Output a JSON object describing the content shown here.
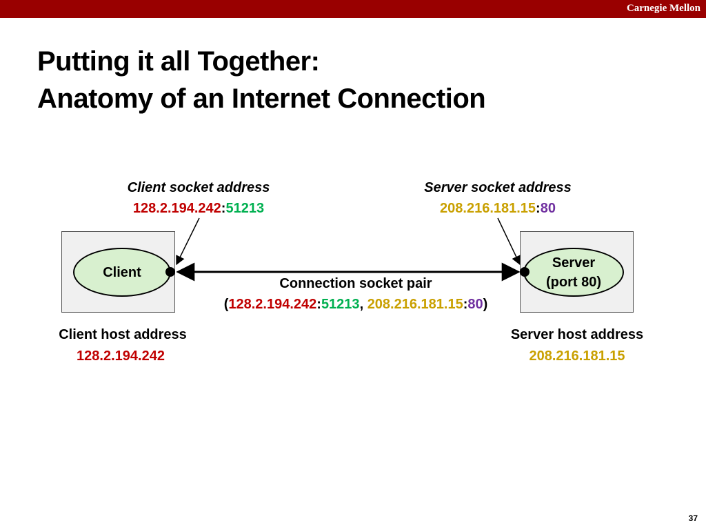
{
  "header": {
    "brand": "Carnegie Mellon"
  },
  "title": {
    "line1": "Putting it all Together:",
    "line2": "Anatomy of an Internet Connection"
  },
  "client_socket": {
    "label": "Client socket address",
    "ip": "128.2.194.242",
    "sep": ":",
    "port": "51213"
  },
  "server_socket": {
    "label": "Server socket address",
    "ip": "208.216.181.15",
    "sep": ":",
    "port": "80"
  },
  "client": {
    "label": "Client"
  },
  "server": {
    "label_line1": "Server",
    "label_line2": "(port 80)"
  },
  "connection": {
    "label": "Connection socket pair",
    "open": "(",
    "client_ip": "128.2.194.242",
    "sep1": ":",
    "client_port": "51213",
    "comma": ", ",
    "server_ip": "208.216.181.15",
    "sep2": ":",
    "server_port": "80",
    "close": ")"
  },
  "client_host": {
    "label": "Client host address",
    "ip": "128.2.194.242"
  },
  "server_host": {
    "label": "Server host address",
    "ip": "208.216.181.15"
  },
  "page_number": "37",
  "colors": {
    "brand_bar": "#990000",
    "client_ip": "#c00000",
    "client_port": "#00b050",
    "server_ip": "#c9a000",
    "server_port": "#7030a0",
    "ellipse_fill": "#d8f0cf"
  }
}
